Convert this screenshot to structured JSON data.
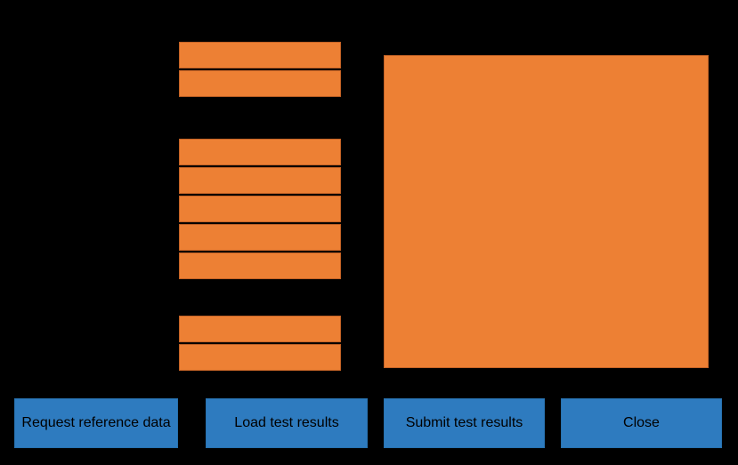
{
  "window": {
    "background_color": "#000000",
    "redaction_color": "#ED8034",
    "accent_color": "#2E7BBF"
  },
  "form": {
    "groups": [
      {
        "name": "field-group-top",
        "fields": [
          {
            "name": "redacted-field",
            "value": ""
          },
          {
            "name": "redacted-field",
            "value": ""
          }
        ]
      },
      {
        "name": "field-group-middle",
        "fields": [
          {
            "name": "redacted-field",
            "value": ""
          },
          {
            "name": "redacted-field",
            "value": ""
          },
          {
            "name": "redacted-field",
            "value": ""
          },
          {
            "name": "redacted-field",
            "value": ""
          },
          {
            "name": "redacted-field",
            "value": ""
          }
        ]
      },
      {
        "name": "field-group-bottom",
        "fields": [
          {
            "name": "redacted-field",
            "value": ""
          },
          {
            "name": "redacted-field",
            "value": ""
          }
        ]
      }
    ]
  },
  "content_panel": {
    "name": "redacted-content-panel",
    "value": ""
  },
  "buttons": [
    {
      "id": "request-reference-data",
      "label": "Request reference data"
    },
    {
      "id": "load-test-results",
      "label": "Load test results"
    },
    {
      "id": "submit-test-results",
      "label": "Submit test results"
    },
    {
      "id": "close",
      "label": "Close"
    }
  ]
}
